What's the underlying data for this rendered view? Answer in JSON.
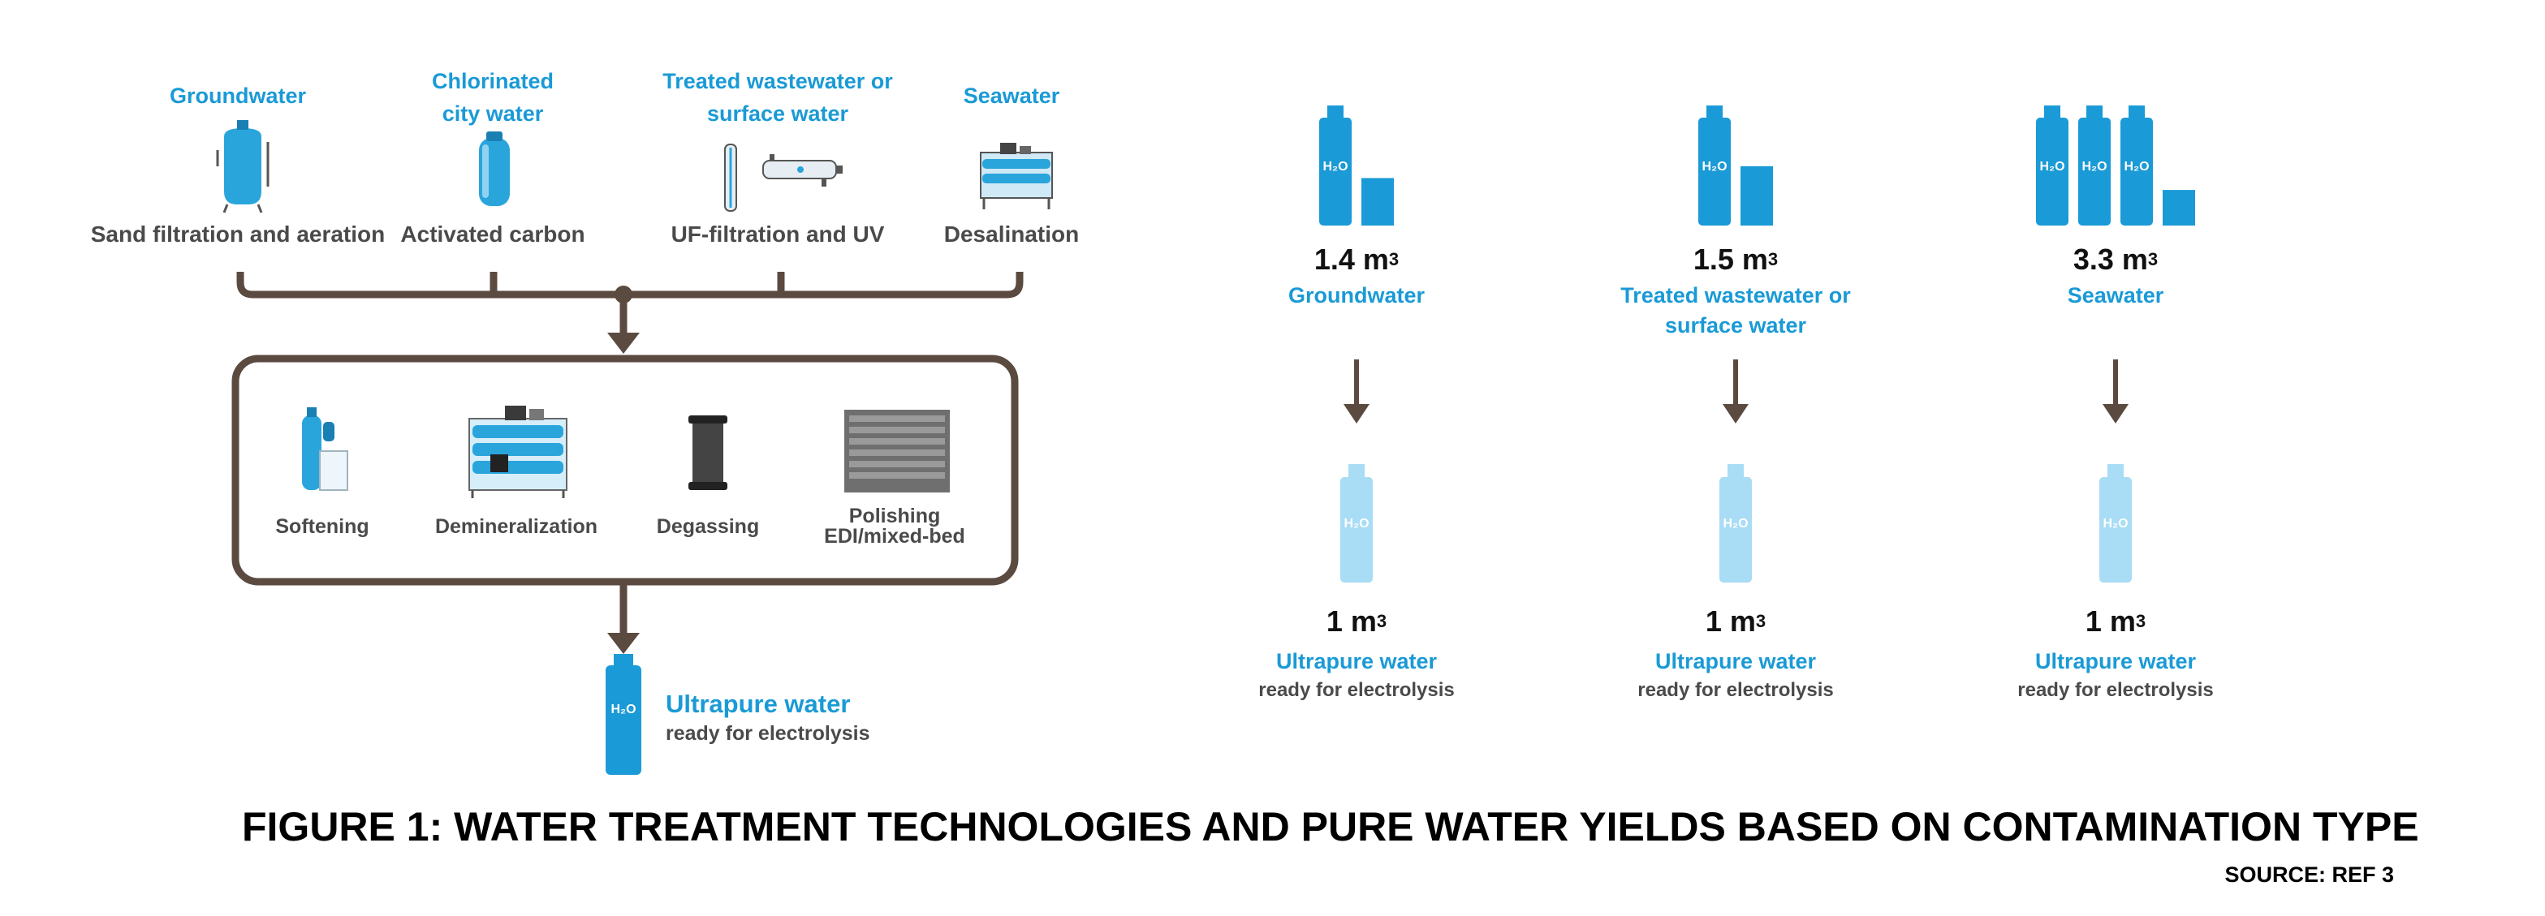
{
  "sources": [
    {
      "name": "Groundwater",
      "technology": "Sand filtration and aeration",
      "icon": "aeration-tank-icon"
    },
    {
      "name": "Chlorinated city water",
      "name_lines": [
        "Chlorinated",
        "city water"
      ],
      "technology": "Activated carbon",
      "icon": "carbon-filter-icon"
    },
    {
      "name": "Treated wastewater or surface water",
      "name_lines": [
        "Treated wastewater or",
        "surface water"
      ],
      "technology": "UF-filtration and UV",
      "icon": "uf-uv-unit-icon"
    },
    {
      "name": "Seawater",
      "technology": "Desalination",
      "icon": "desalination-unit-icon"
    }
  ],
  "treatment_stages": [
    {
      "label": "Softening",
      "icon": "softener-icon"
    },
    {
      "label": "Demineralization",
      "icon": "demineralization-unit-icon"
    },
    {
      "label": "Degassing",
      "icon": "degasser-icon"
    },
    {
      "label_lines": [
        "Polishing",
        "EDI/mixed-bed"
      ],
      "icon": "edi-stack-icon"
    }
  ],
  "output": {
    "title": "Ultrapure water",
    "subtitle": "ready for electrolysis",
    "bottle_label": "H2O"
  },
  "yields": [
    {
      "input_m3": 1.4,
      "input_label": "1.4 m",
      "source_lines": [
        "Groundwater"
      ],
      "output_label": "1 m",
      "output_title": "Ultrapure water",
      "output_subtitle": "ready for electrolysis"
    },
    {
      "input_m3": 1.5,
      "input_label": "1.5 m",
      "source_lines": [
        "Treated wastewater or",
        "surface water"
      ],
      "output_label": "1 m",
      "output_title": "Ultrapure water",
      "output_subtitle": "ready for electrolysis"
    },
    {
      "input_m3": 3.3,
      "input_label": "3.3 m",
      "source_lines": [
        "Seawater"
      ],
      "output_label": "1 m",
      "output_title": "Ultrapure water",
      "output_subtitle": "ready for electrolysis"
    }
  ],
  "unit_superscript": "3",
  "bottle_text": "H₂O",
  "caption": "FIGURE 1: WATER TREATMENT TECHNOLOGIES AND PURE WATER YIELDS BASED ON CONTAMINATION TYPE",
  "source": "SOURCE: REF 3",
  "colors": {
    "blue": "#1a9ad6",
    "light_blue": "#a9dcf5",
    "brown": "#5b4a40",
    "text_dark": "#4a4a4a"
  }
}
